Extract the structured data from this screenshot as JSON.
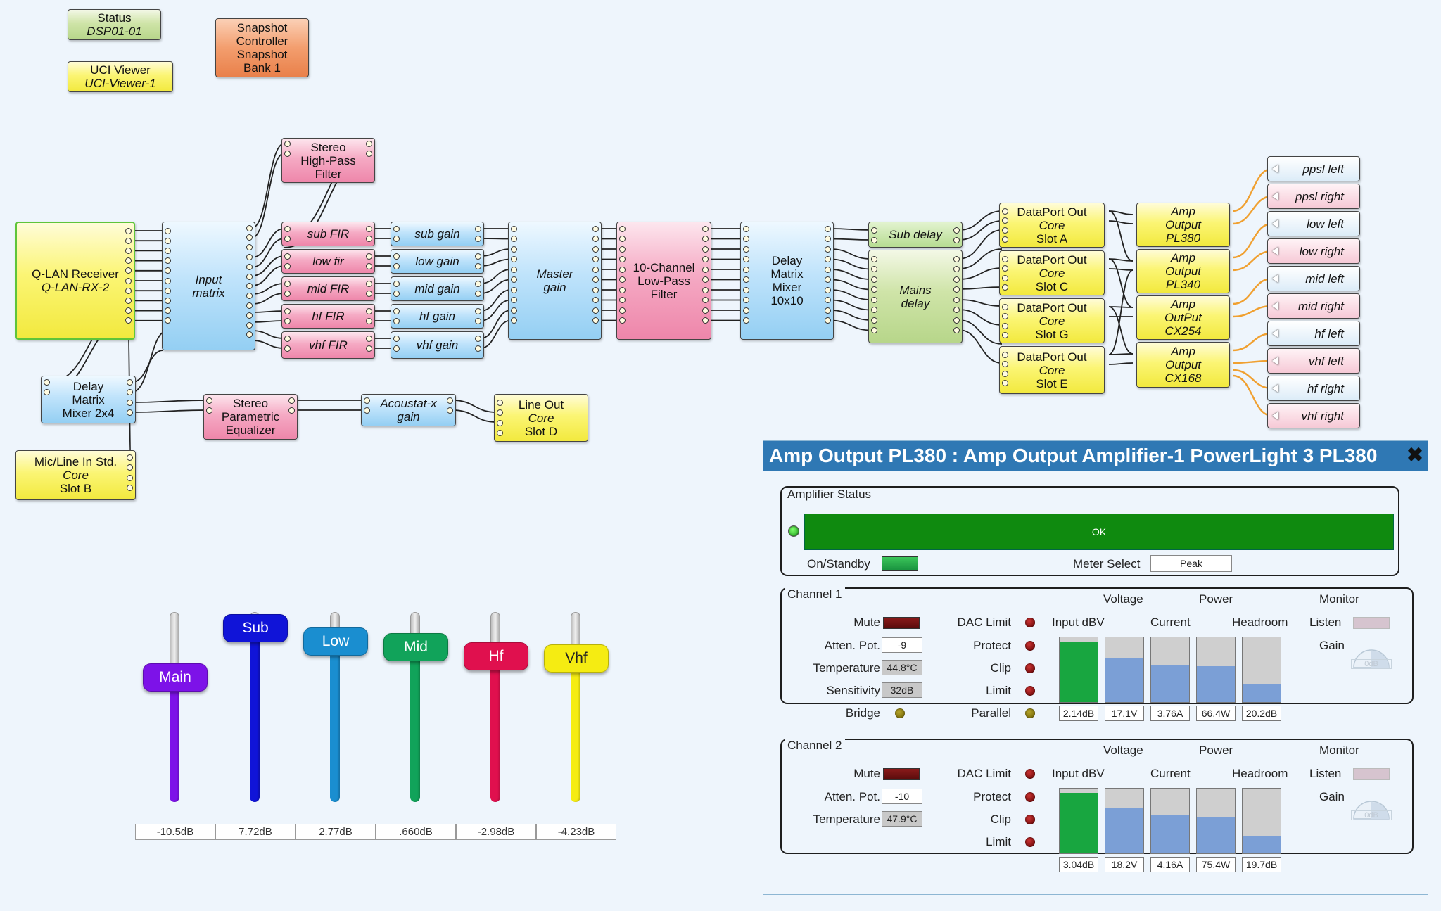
{
  "top_blocks": {
    "status": {
      "title": "Status",
      "name": "DSP01-01"
    },
    "uci_viewer": {
      "title": "UCI Viewer",
      "name": "UCI-Viewer-1"
    },
    "snapshot": {
      "label": "Snapshot\nController\nSnapshot\nBank 1"
    }
  },
  "blocks": {
    "qlan_receiver": {
      "line1": "Q-LAN Receiver",
      "line2": "Q-LAN-RX-2"
    },
    "input_matrix": "Input\nmatrix",
    "stereo_hpf": "Stereo\nHigh-Pass\nFilter",
    "sub_fir": "sub FIR",
    "low_fir": "low fir",
    "mid_fir": "mid FIR",
    "hf_fir": "hf FIR",
    "vhf_fir": "vhf FIR",
    "sub_gain": "sub gain",
    "low_gain": "low gain",
    "mid_gain": "mid gain",
    "hf_gain": "hf gain",
    "vhf_gain": "vhf gain",
    "master_gain": "Master\ngain",
    "lpf": "10-Channel\nLow-Pass\nFilter",
    "delay_mixer": "Delay\nMatrix\nMixer\n10x10",
    "sub_delay": "Sub delay",
    "mains_delay": "Mains\ndelay",
    "dp_a": {
      "line1": "DataPort Out",
      "line2": "Core",
      "line3": "Slot A"
    },
    "dp_c": {
      "line1": "DataPort Out",
      "line2": "Core",
      "line3": "Slot C"
    },
    "dp_g": {
      "line1": "DataPort Out",
      "line2": "Core",
      "line3": "Slot G"
    },
    "dp_e": {
      "line1": "DataPort Out",
      "line2": "Core",
      "line3": "Slot E"
    },
    "amp_pl380": "Amp\nOutput\nPL380",
    "amp_pl340": "Amp\nOutput\nPL340",
    "amp_cx254": "Amp\nOutPut\nCX254",
    "amp_cx168": "Amp\nOutput\nCX168",
    "delay_mixer_2x4": "Delay\nMatrix\nMixer 2x4",
    "mic_line_in": {
      "line1": "Mic/Line In Std.",
      "line2": "Core",
      "line3": "Slot B"
    },
    "stereo_peq": "Stereo\nParametric\nEqualizer",
    "acoustat_gain": "Acoustat-x\ngain",
    "line_out": {
      "line1": "Line Out",
      "line2": "Core",
      "line3": "Slot D"
    }
  },
  "outputs": [
    "ppsl left",
    "ppsl right",
    "low left",
    "low right",
    "mid left",
    "mid right",
    "hf left",
    "vhf left",
    "hf right",
    "vhf right"
  ],
  "faders": [
    {
      "label": "Main",
      "value": "-10.5dB",
      "color": "#7d12e8",
      "level": 0.66
    },
    {
      "label": "Sub",
      "value": "7.72dB",
      "color": "#1014d8",
      "level": 0.92
    },
    {
      "label": "Low",
      "value": "2.77dB",
      "color": "#1a8ed0",
      "level": 0.85
    },
    {
      "label": "Mid",
      "value": ".660dB",
      "color": "#11a35a",
      "level": 0.82
    },
    {
      "label": "Hf",
      "value": "-2.98dB",
      "color": "#e0104e",
      "level": 0.77
    },
    {
      "label": "Vhf",
      "value": "-4.23dB",
      "color": "#f5ec12",
      "level": 0.76
    }
  ],
  "panel": {
    "title": "Amp Output PL380 : Amp Output Amplifier-1 PowerLight 3 PL380",
    "close_icon": "close-icon",
    "status": {
      "group_label": "Amplifier Status",
      "status_text": "OK",
      "on_standby_label": "On/Standby",
      "meter_select_label": "Meter Select",
      "meter_select_value": "Peak"
    },
    "headers": {
      "voltage": "Voltage",
      "power": "Power",
      "monitor": "Monitor",
      "input_dbv": "Input dBV",
      "current": "Current",
      "headroom": "Headroom"
    },
    "labels": {
      "mute": "Mute",
      "atten_pot": "Atten. Pot.",
      "temperature": "Temperature",
      "sensitivity": "Sensitivity",
      "bridge": "Bridge",
      "dac_limit": "DAC Limit",
      "protect": "Protect",
      "clip": "Clip",
      "limit": "Limit",
      "parallel": "Parallel",
      "listen": "Listen",
      "gain": "Gain",
      "gain_value": "0dB"
    },
    "channel1": {
      "label": "Channel 1",
      "atten_pot": "-9",
      "temperature": "44.8°C",
      "sensitivity": "32dB",
      "meters": [
        {
          "name": "input-dbv",
          "value": "2.14dB",
          "fill": 0.92,
          "color": "#18a640"
        },
        {
          "name": "voltage",
          "value": "17.1V",
          "fill": 0.68,
          "color": "#7b9fd6"
        },
        {
          "name": "current",
          "value": "3.76A",
          "fill": 0.57,
          "color": "#7b9fd6"
        },
        {
          "name": "power",
          "value": "66.4W",
          "fill": 0.55,
          "color": "#7b9fd6"
        },
        {
          "name": "headroom",
          "value": "20.2dB",
          "fill": 0.28,
          "color": "#7b9fd6"
        }
      ]
    },
    "channel2": {
      "label": "Channel 2",
      "atten_pot": "-10",
      "temperature": "47.9°C",
      "meters": [
        {
          "name": "input-dbv",
          "value": "3.04dB",
          "fill": 0.93,
          "color": "#18a640"
        },
        {
          "name": "voltage",
          "value": "18.2V",
          "fill": 0.7,
          "color": "#7b9fd6"
        },
        {
          "name": "current",
          "value": "4.16A",
          "fill": 0.6,
          "color": "#7b9fd6"
        },
        {
          "name": "power",
          "value": "75.4W",
          "fill": 0.57,
          "color": "#7b9fd6"
        },
        {
          "name": "headroom",
          "value": "19.7dB",
          "fill": 0.27,
          "color": "#7b9fd6"
        }
      ]
    }
  }
}
